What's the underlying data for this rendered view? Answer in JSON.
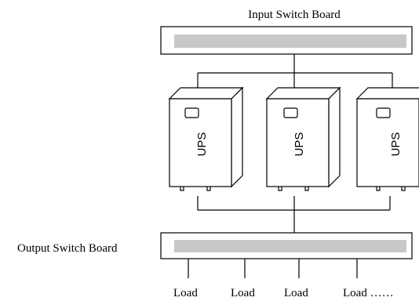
{
  "input_board": {
    "label": "Input  Switch Board"
  },
  "output_board": {
    "label": "Output  Switch Board"
  },
  "ups_units": [
    {
      "label": "UPS"
    },
    {
      "label": "UPS"
    },
    {
      "label": "UPS"
    }
  ],
  "loads": [
    {
      "label": "Load"
    },
    {
      "label": "Load"
    },
    {
      "label": "Load"
    },
    {
      "label": "Load ……"
    }
  ],
  "colors": {
    "bar_fill": "#c8c8c8",
    "line": "#000000",
    "background": "#ffffff"
  }
}
